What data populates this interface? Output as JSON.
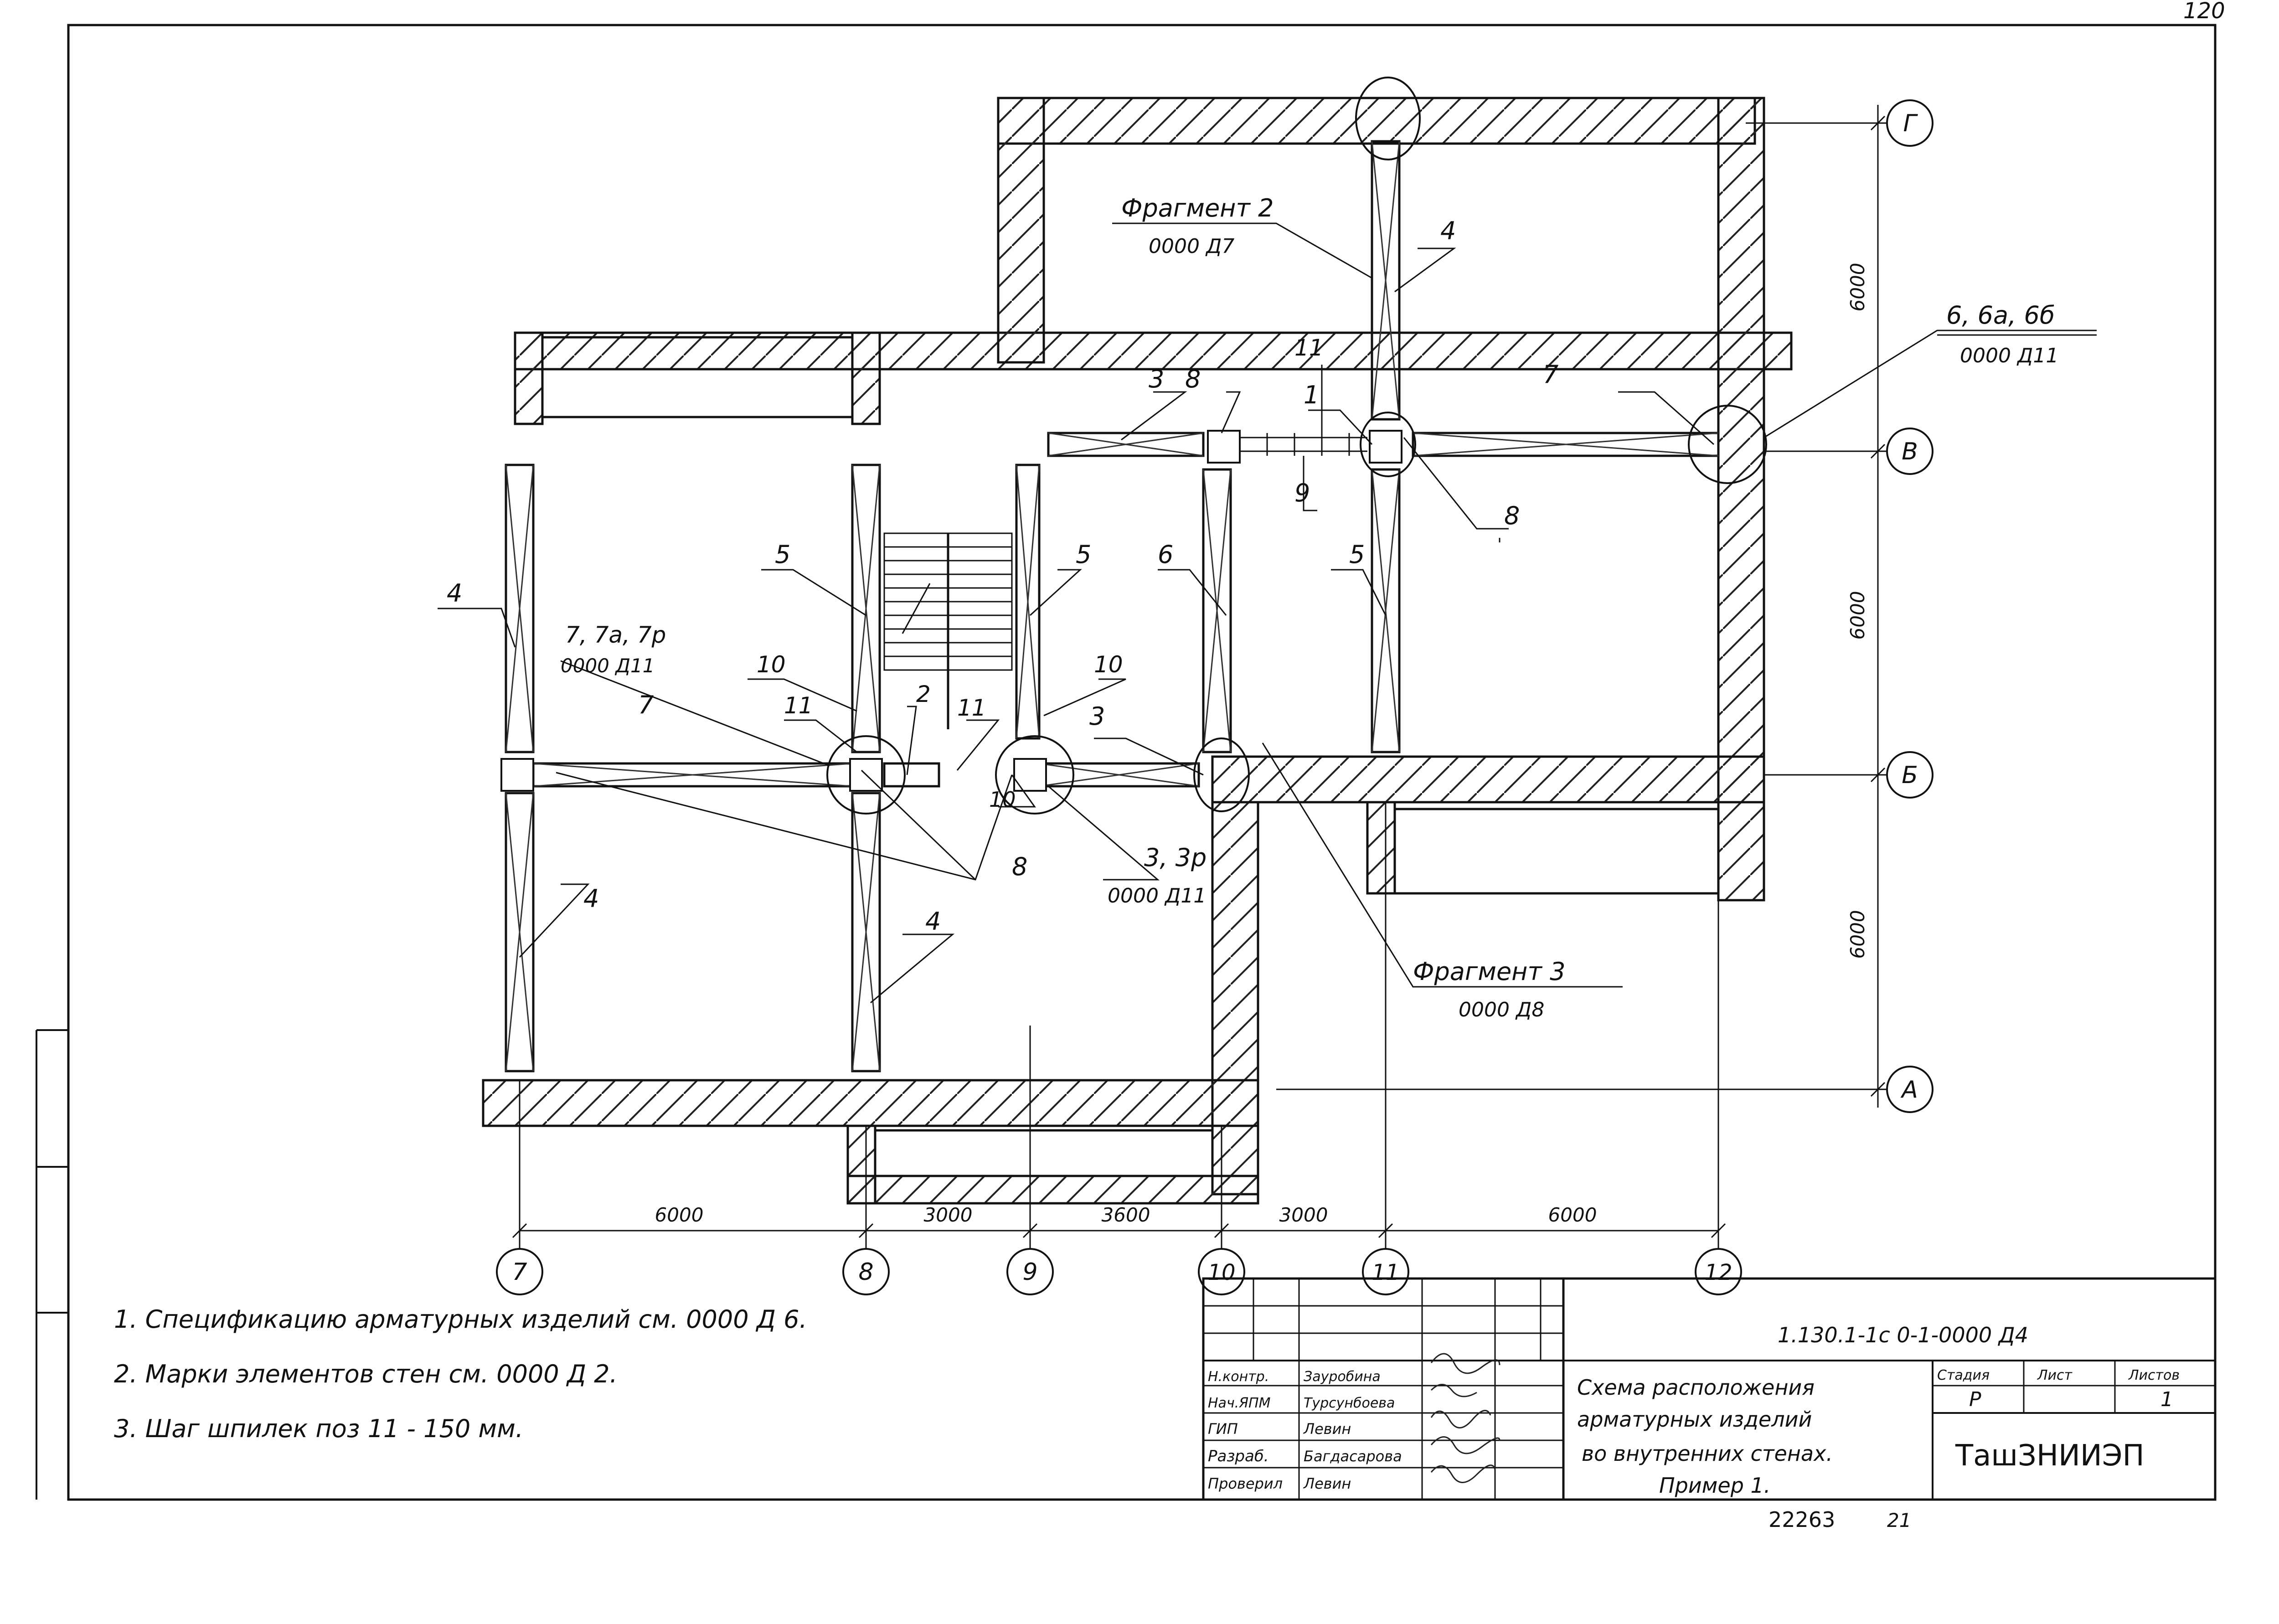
{
  "sheet_number": "120",
  "axes": {
    "columns": [
      "7",
      "8",
      "9",
      "10",
      "11",
      "12"
    ],
    "rows": [
      "Г",
      "В",
      "Б",
      "А"
    ]
  },
  "dimensions": {
    "bottom": [
      "6000",
      "3000",
      "3600",
      "3000",
      "6000"
    ],
    "right": [
      "6000",
      "6000",
      "6000"
    ]
  },
  "callouts": {
    "fragment2": {
      "title": "Фрагмент 2",
      "ref": "0000 Д7"
    },
    "fragment3": {
      "title": "Фрагмент 3",
      "ref": "0000 Д8"
    },
    "n6": {
      "title": "6, 6а, 6б",
      "ref": "0000 Д11"
    },
    "n7": {
      "title": "7, 7а, 7р",
      "ref": "0000 Д11"
    },
    "n3": {
      "title": "3, 3р",
      "ref": "0000 Д11"
    }
  },
  "marks": {
    "m1": "1",
    "m2": "2",
    "m3": "3",
    "m4": "4",
    "m5": "5",
    "m6": "6",
    "m7": "7",
    "m8": "8",
    "m9": "9",
    "m10": "10",
    "m11": "11"
  },
  "notes": [
    "1. Спецификацию арматурных изделий см. 0000 Д 6.",
    "2. Марки элементов стен см. 0000 Д 2.",
    "3. Шаг шпилек поз 11 - 150 мм."
  ],
  "title_block": {
    "code": "1.130.1-1с 0-1-0000 Д4",
    "roles": [
      "Н.контр.",
      "Нач.ЯПМ",
      "ГИП",
      "Разраб.",
      "Проверил"
    ],
    "names": [
      "Зауробина",
      "Турсунбоева",
      "Левин",
      "Багдасарова",
      "Левин"
    ],
    "description": [
      "Схема расположения",
      "арматурных изделий",
      "во внутренних стенах.",
      "Пример 1."
    ],
    "stage_label": "Стадия",
    "sheet_label": "Лист",
    "sheets_label": "Листов",
    "stage": "Р",
    "sheets": "1",
    "org": "ТашЗНИИЭП"
  },
  "footer_number": "22263",
  "footer_suffix": "21"
}
